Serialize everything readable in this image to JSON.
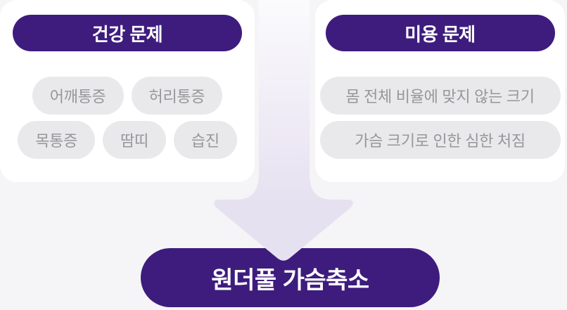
{
  "colors": {
    "background": "#f5f4f6",
    "card": "#ffffff",
    "accent_purple": "#3e1c7d",
    "tag_background": "#e9e9eb",
    "tag_text": "#97979b",
    "arrow_lavender": "#e6e1f0"
  },
  "left_card": {
    "title": "건강 문제",
    "rows": [
      [
        "어깨통증",
        "허리통증"
      ],
      [
        "목통증",
        "땀띠",
        "습진"
      ]
    ]
  },
  "right_card": {
    "title": "미용 문제",
    "rows": [
      [
        "몸 전체 비율에 맞지 않는 크기"
      ],
      [
        "가슴 크기로 인한 심한 처짐"
      ]
    ]
  },
  "arrow": {
    "icon": "down-block-arrow"
  },
  "result": {
    "label": "원더풀 가슴축소"
  }
}
